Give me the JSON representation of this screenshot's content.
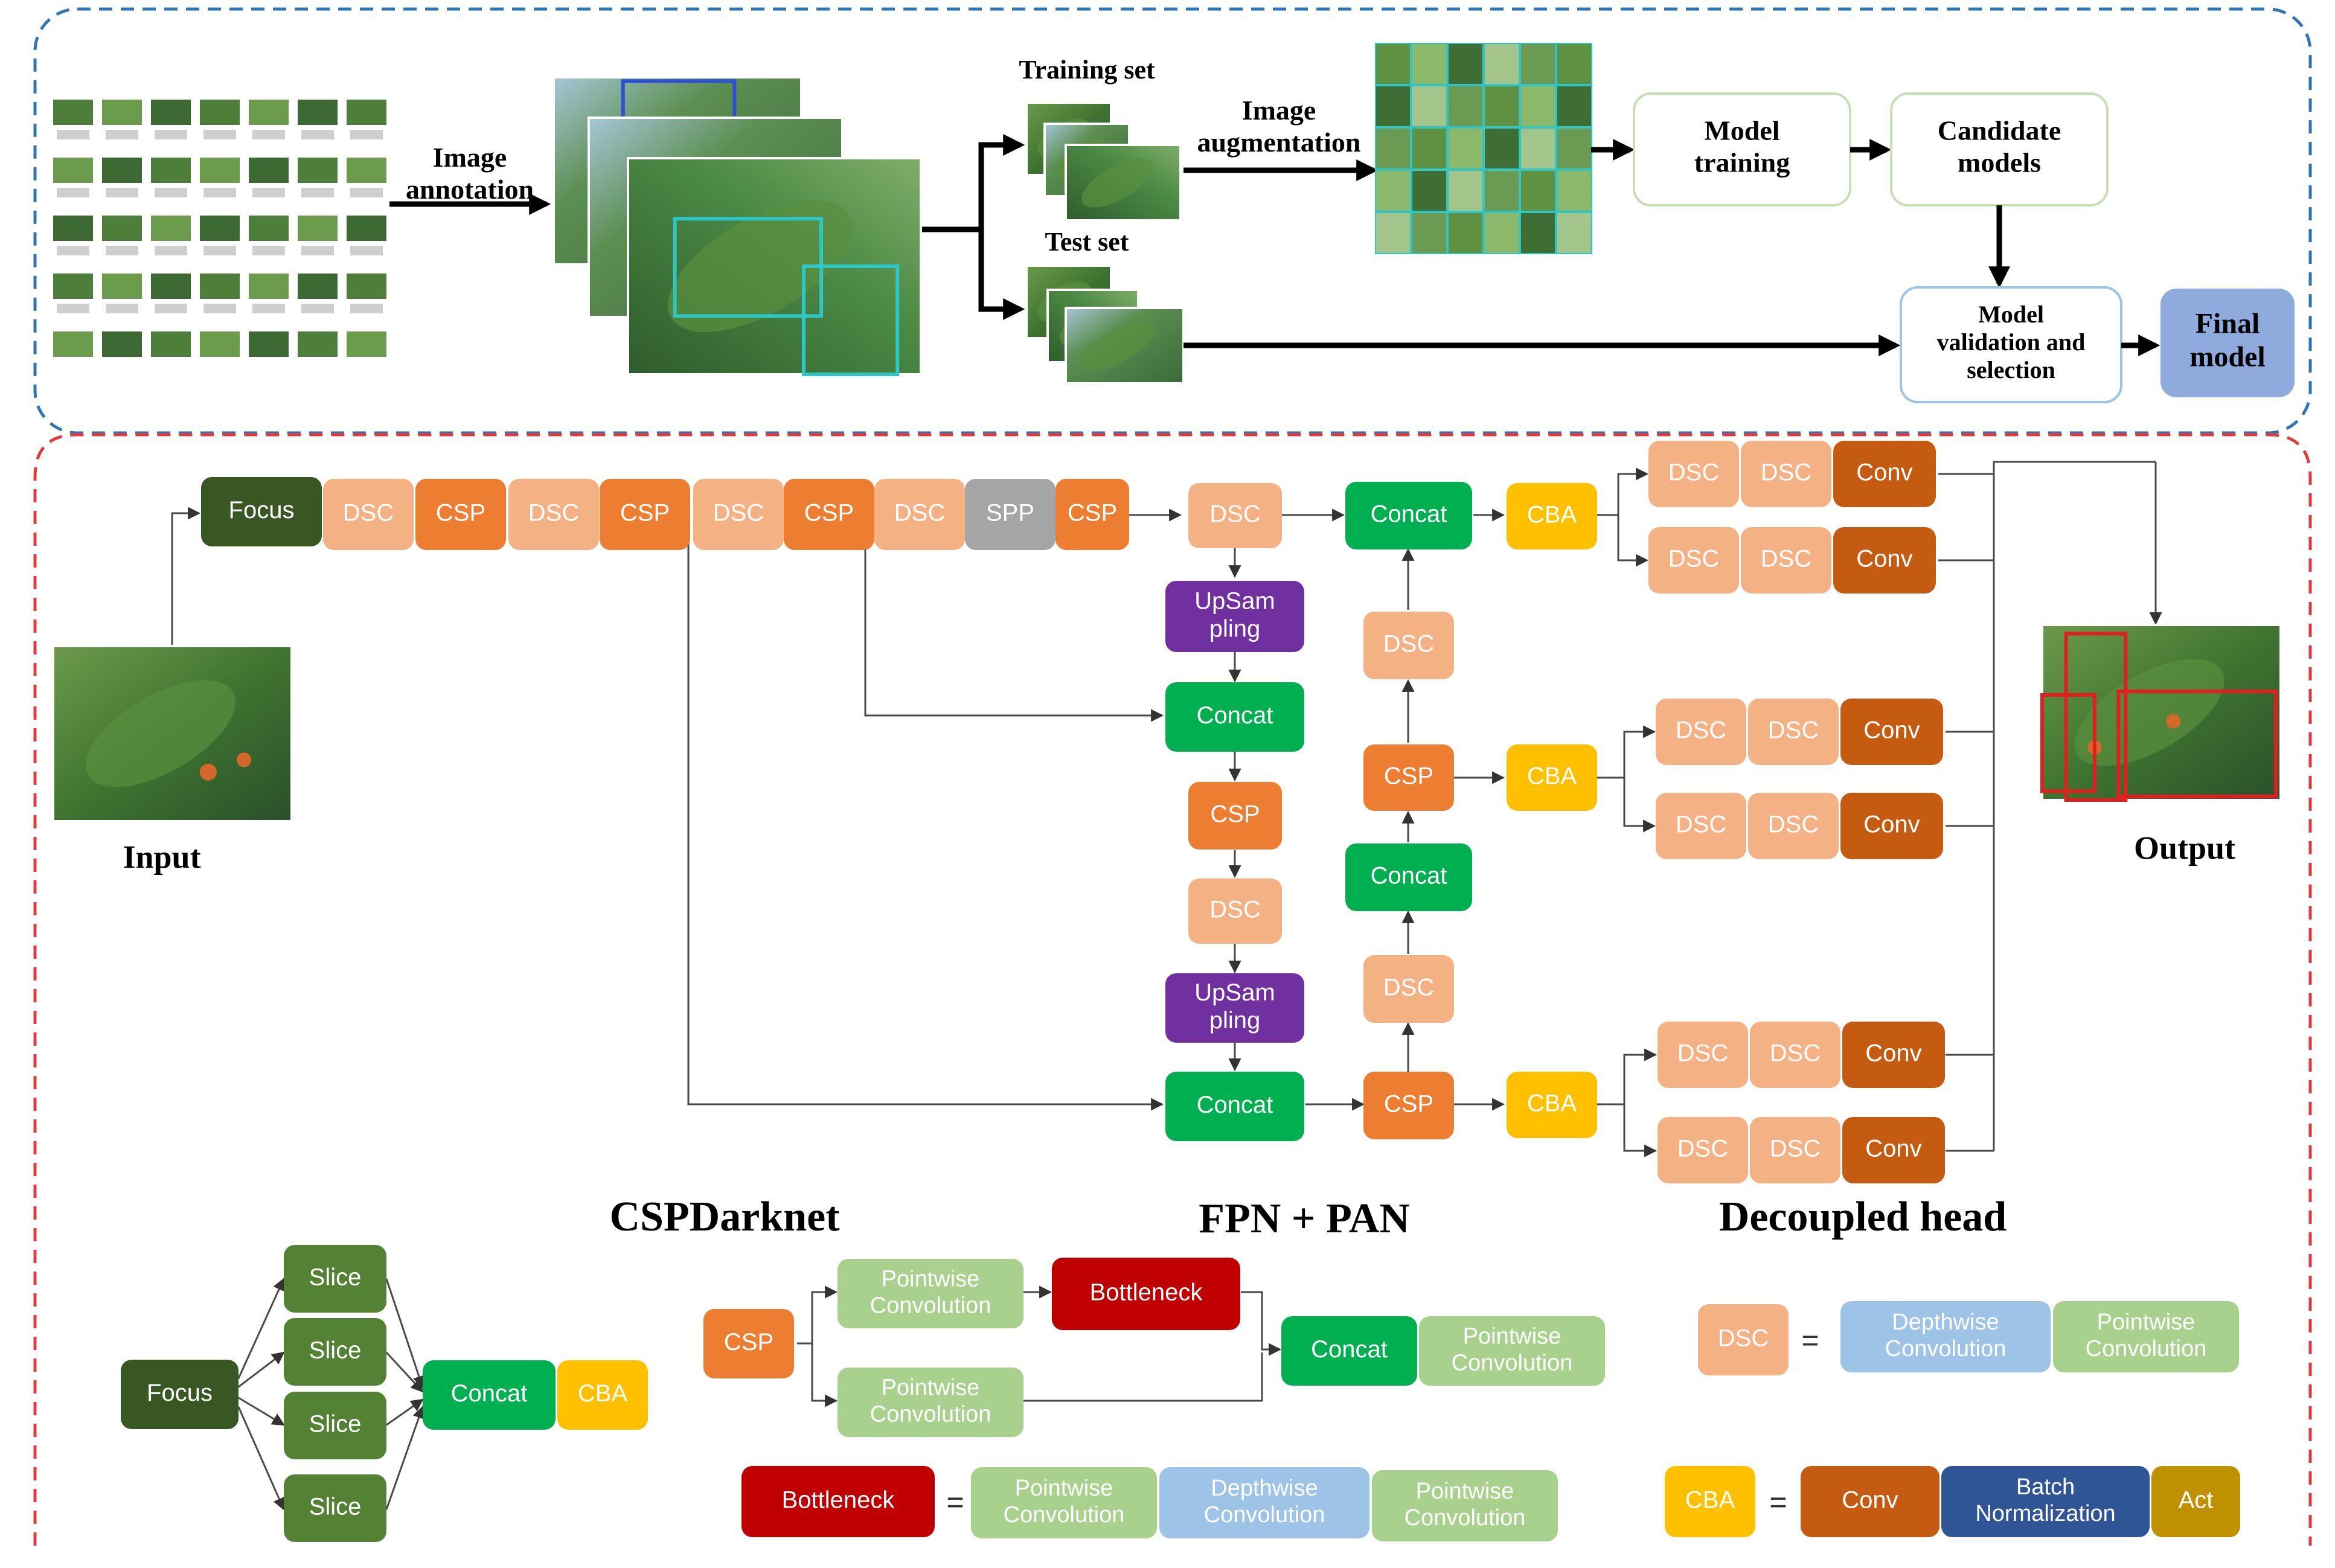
{
  "colors": {
    "focus_green": "#385723",
    "slice_green": "#548235",
    "dsc_peach": "#F4B183",
    "csp_orange": "#ED7D31",
    "spp_gray": "#A5A5A5",
    "upsample_purple": "#7030A0",
    "concat_green": "#00B050",
    "cba_yellow": "#FFC000",
    "conv_brown": "#C55A11",
    "pointwise_lightgreen": "#A9D18E",
    "depthwise_lightblue": "#9DC3E6",
    "bottleneck_red": "#C00000",
    "batchnorm_blue": "#2F5597",
    "act_gold": "#BF9000",
    "final_model_blue": "#8FAADC",
    "top_border": "#2E75B6",
    "bottom_border": "#E33B3B",
    "box_border_green": "#C5E0B4",
    "box_border_blue": "#9DC3E6"
  },
  "pipeline": {
    "image_annotation": "Image annotation",
    "image_annotation_lines": [
      "Image",
      "annotation"
    ],
    "training_set": "Training set",
    "test_set": "Test set",
    "image_augmentation_lines": [
      "Image",
      "augmentation"
    ],
    "model_training_lines": [
      "Model",
      "training"
    ],
    "candidate_models_lines": [
      "Candidate",
      "models"
    ],
    "model_validation_lines": [
      "Model",
      "validation and",
      "selection"
    ],
    "final_model_lines": [
      "Final",
      "model"
    ]
  },
  "network": {
    "input_label": "Input",
    "output_label": "Output",
    "backbone_title": "CSPDarknet",
    "neck_title": "FPN + PAN",
    "head_title": "Decoupled head",
    "backbone_blocks": [
      "Focus",
      "DSC",
      "CSP",
      "DSC",
      "CSP",
      "DSC",
      "CSP",
      "DSC",
      "SPP",
      "CSP"
    ],
    "upsampling_lines": [
      "UpSam",
      "pling"
    ],
    "labels": {
      "dsc": "DSC",
      "csp": "CSP",
      "concat": "Concat",
      "cba": "CBA",
      "conv": "Conv",
      "focus": "Focus",
      "slice": "Slice",
      "bottleneck": "Bottleneck"
    }
  },
  "legend": {
    "pointwise_lines": [
      "Pointwise",
      "Convolution"
    ],
    "depthwise_lines": [
      "Depthwise",
      "Convolution"
    ],
    "batchnorm_lines": [
      "Batch",
      "Normalization"
    ],
    "act": "Act",
    "equals": "="
  }
}
